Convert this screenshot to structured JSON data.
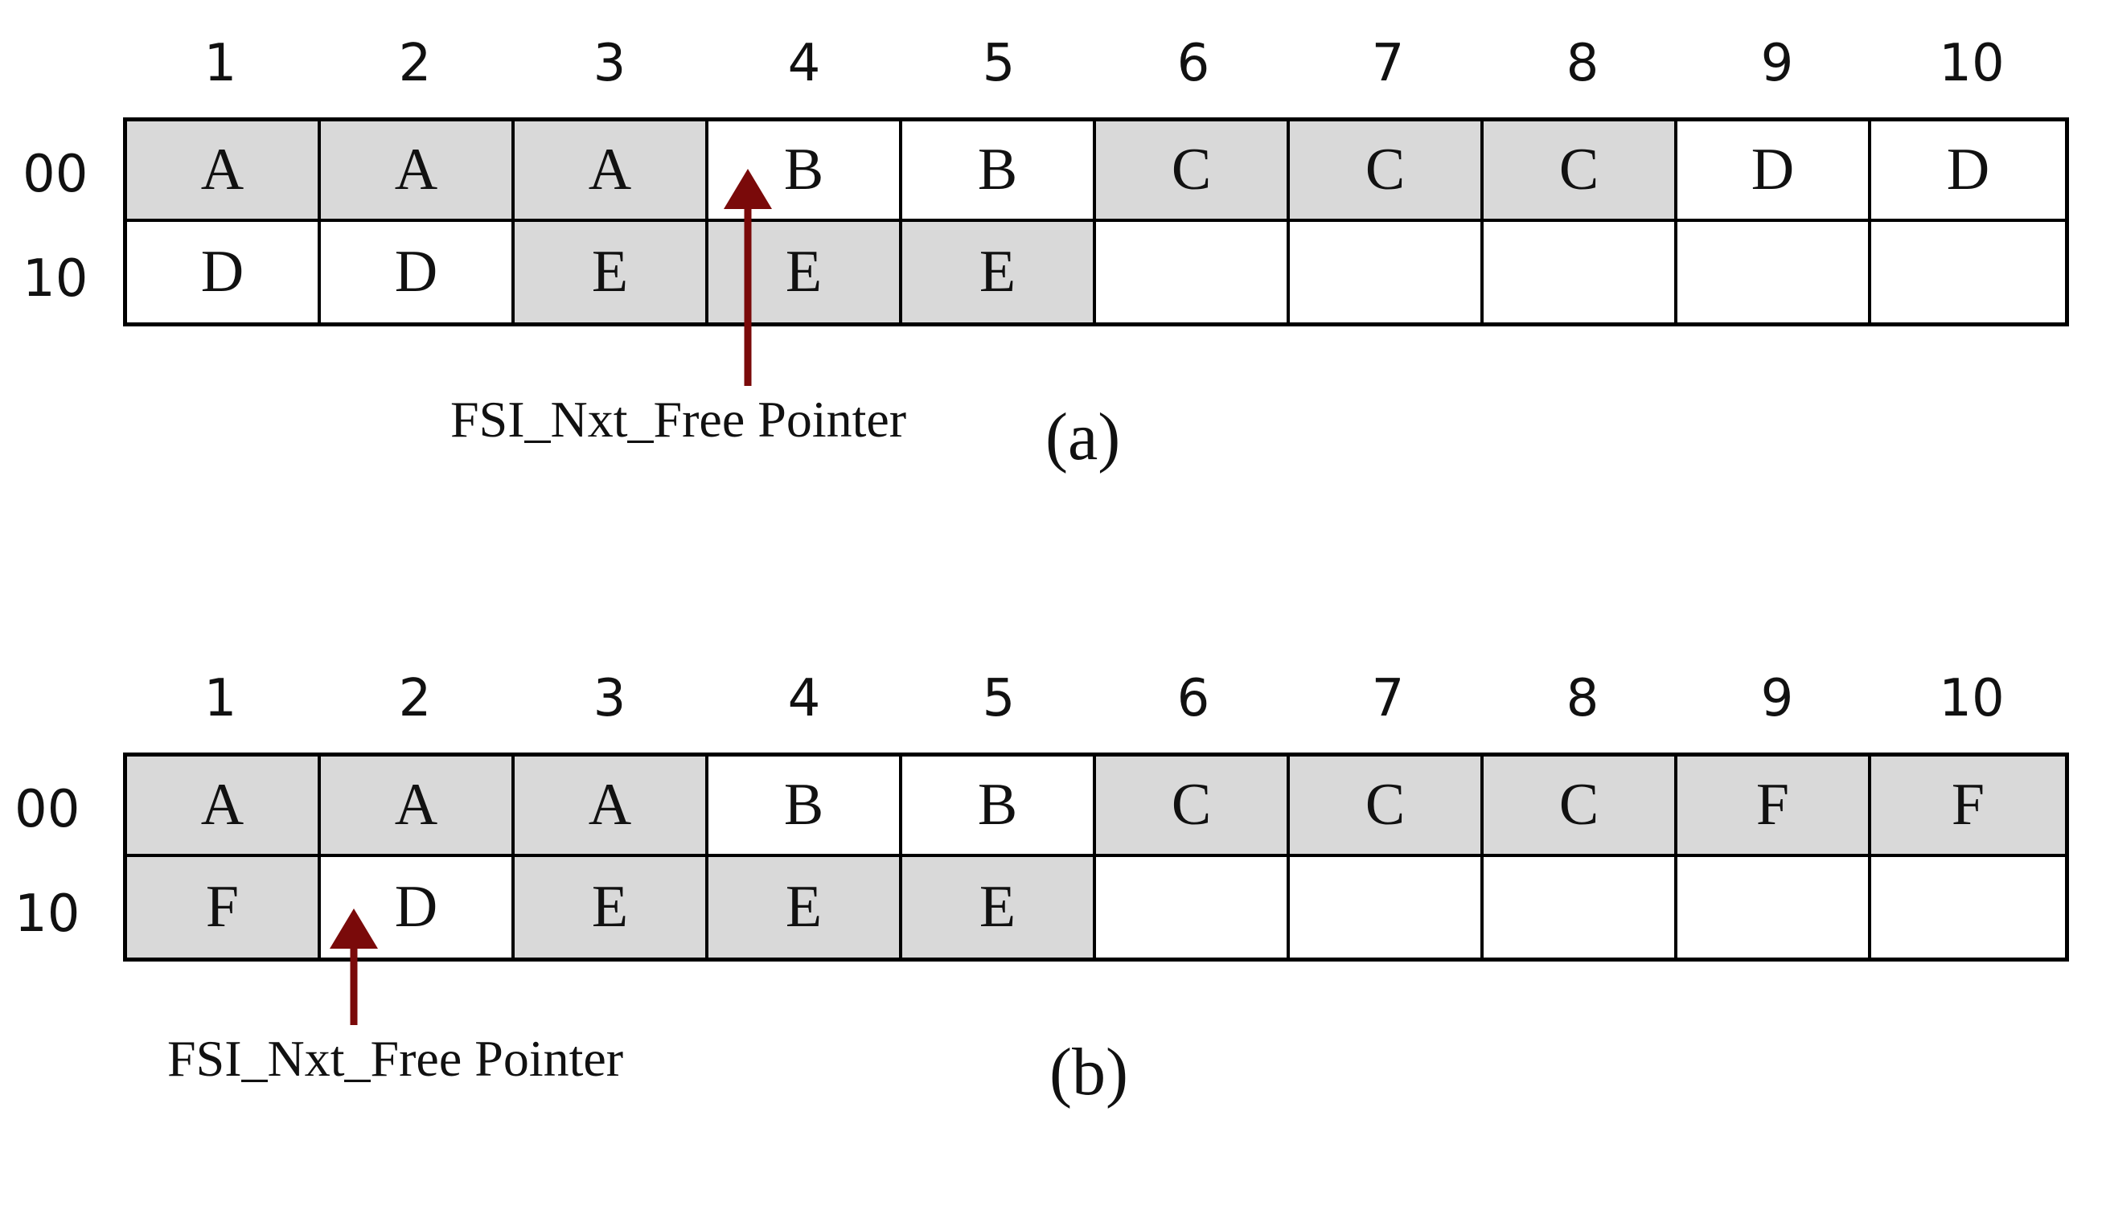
{
  "column_numbers": [
    "1",
    "2",
    "3",
    "4",
    "5",
    "6",
    "7",
    "8",
    "9",
    "10"
  ],
  "arrow_color": "#7a0a0a",
  "shaded_color": "#d9d9d9",
  "panels": [
    {
      "caption": "(a)",
      "pointer_label": "FSI_Nxt_Free Pointer",
      "rows": [
        {
          "label": "00",
          "cells": [
            {
              "text": "A",
              "shaded": true
            },
            {
              "text": "A",
              "shaded": true
            },
            {
              "text": "A",
              "shaded": true
            },
            {
              "text": "B",
              "shaded": false
            },
            {
              "text": "B",
              "shaded": false
            },
            {
              "text": "C",
              "shaded": true
            },
            {
              "text": "C",
              "shaded": true
            },
            {
              "text": "C",
              "shaded": true
            },
            {
              "text": "D",
              "shaded": false
            },
            {
              "text": "D",
              "shaded": false
            }
          ]
        },
        {
          "label": "10",
          "cells": [
            {
              "text": "D",
              "shaded": false
            },
            {
              "text": "D",
              "shaded": false
            },
            {
              "text": "E",
              "shaded": true
            },
            {
              "text": "E",
              "shaded": true
            },
            {
              "text": "E",
              "shaded": true
            },
            {
              "text": "",
              "shaded": false
            },
            {
              "text": "",
              "shaded": false
            },
            {
              "text": "",
              "shaded": false
            },
            {
              "text": "",
              "shaded": false
            },
            {
              "text": "",
              "shaded": false
            }
          ]
        }
      ]
    },
    {
      "caption": "(b)",
      "pointer_label": "FSI_Nxt_Free Pointer",
      "rows": [
        {
          "label": "00",
          "cells": [
            {
              "text": "A",
              "shaded": true
            },
            {
              "text": "A",
              "shaded": true
            },
            {
              "text": "A",
              "shaded": true
            },
            {
              "text": "B",
              "shaded": false
            },
            {
              "text": "B",
              "shaded": false
            },
            {
              "text": "C",
              "shaded": true
            },
            {
              "text": "C",
              "shaded": true
            },
            {
              "text": "C",
              "shaded": true
            },
            {
              "text": "F",
              "shaded": true
            },
            {
              "text": "F",
              "shaded": true
            }
          ]
        },
        {
          "label": "10",
          "cells": [
            {
              "text": "F",
              "shaded": true
            },
            {
              "text": "D",
              "shaded": false
            },
            {
              "text": "E",
              "shaded": true
            },
            {
              "text": "E",
              "shaded": true
            },
            {
              "text": "E",
              "shaded": true
            },
            {
              "text": "",
              "shaded": false
            },
            {
              "text": "",
              "shaded": false
            },
            {
              "text": "",
              "shaded": false
            },
            {
              "text": "",
              "shaded": false
            },
            {
              "text": "",
              "shaded": false
            }
          ]
        }
      ]
    }
  ]
}
